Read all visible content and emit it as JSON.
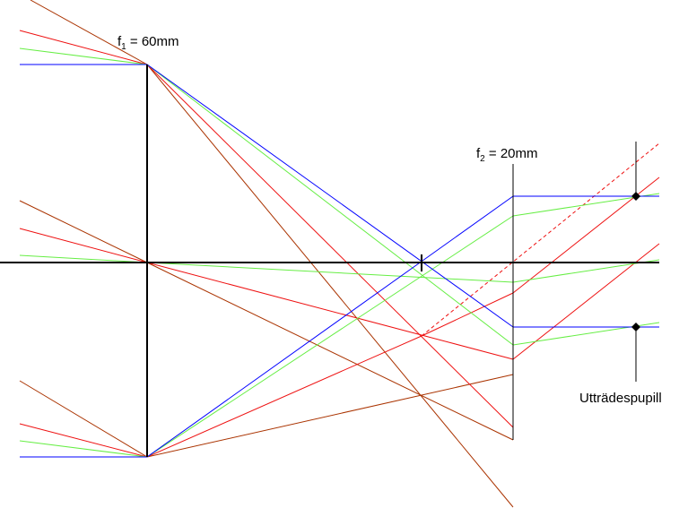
{
  "labels": {
    "lens1_focal": {
      "f": "f",
      "sub": "1",
      "rest": " = 60mm"
    },
    "lens2_focal": {
      "f": "f",
      "sub": "2",
      "rest": " = 20mm"
    },
    "exit_pupil": "Utträdespupill"
  },
  "colors": {
    "axis": "#000000",
    "blue": "#0000ff",
    "green": "#66ee44",
    "red": "#ee1111",
    "brown": "#aa3300"
  }
}
